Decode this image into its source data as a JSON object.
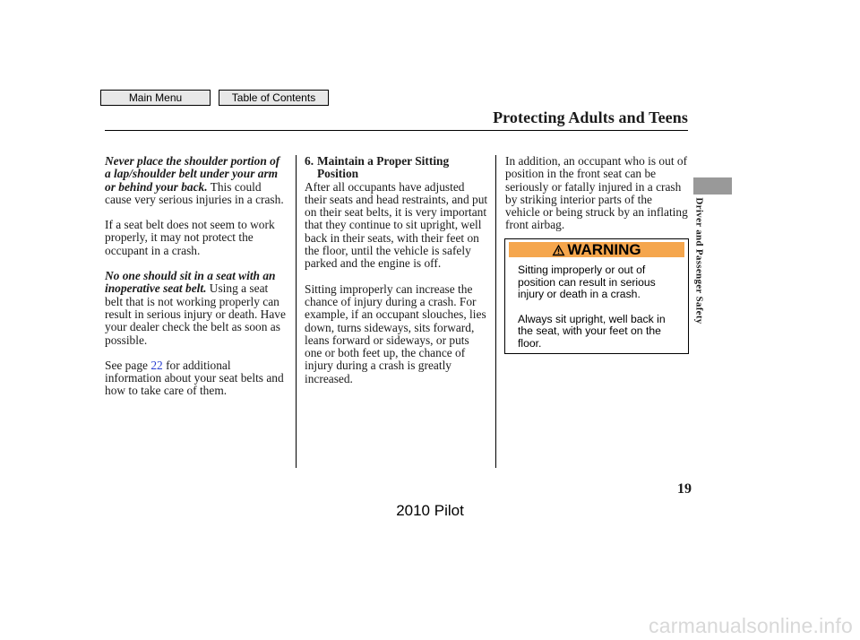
{
  "nav": {
    "main_menu": "Main Menu",
    "table_of_contents": "Table of Contents"
  },
  "header": {
    "title": "Protecting Adults and Teens"
  },
  "side_tab": {
    "label": "Driver and Passenger Safety",
    "color": "#999999"
  },
  "left_column": {
    "para1_heading": "Never place the shoulder portion of a lap/shoulder belt under your arm or behind your back.",
    "para1_text": "This could cause very serious injuries in a crash.",
    "para2_text": "If a seat belt does not seem to work properly, it may not protect the occupant in a crash.",
    "para3_heading": "No one should sit in a seat with an inoperative seat belt.",
    "para3_text": "Using a seat belt that is not working properly can result in serious injury or death. Have your dealer check the belt as soon as possible.",
    "para4_before": "See page",
    "para4_link": "22",
    "para4_after": "for additional information about your seat belts and how to take care of them."
  },
  "middle_column": {
    "section_number": "6.",
    "section_title": "Maintain a Proper Sitting Position",
    "para1": "After all occupants have adjusted their seats and head restraints, and put on their seat belts, it is very important that they continue to sit upright, well back in their seats, with their feet on the floor, until the vehicle is safely parked and the engine is off.",
    "para2": "Sitting improperly can increase the chance of injury during a crash. For example, if an occupant slouches, lies down, turns sideways, sits forward, leans forward or sideways, or puts one or both feet up, the chance of injury during a crash is greatly increased."
  },
  "right_column": {
    "para1": "In addition, an occupant who is out of position in the front seat can be seriously or fatally injured in a crash by striking interior parts of the vehicle or being struck by an inflating front airbag."
  },
  "warning": {
    "label": "WARNING",
    "icon": "warning-triangle-icon",
    "bar_color": "#f5a64d",
    "text1": "Sitting improperly or out of position can result in serious injury or death in a crash.",
    "text2": "Always sit upright, well back in the seat, with your feet on the floor."
  },
  "page_number": "19",
  "footer": "2010 Pilot",
  "watermark": "carmanualsonline.info"
}
